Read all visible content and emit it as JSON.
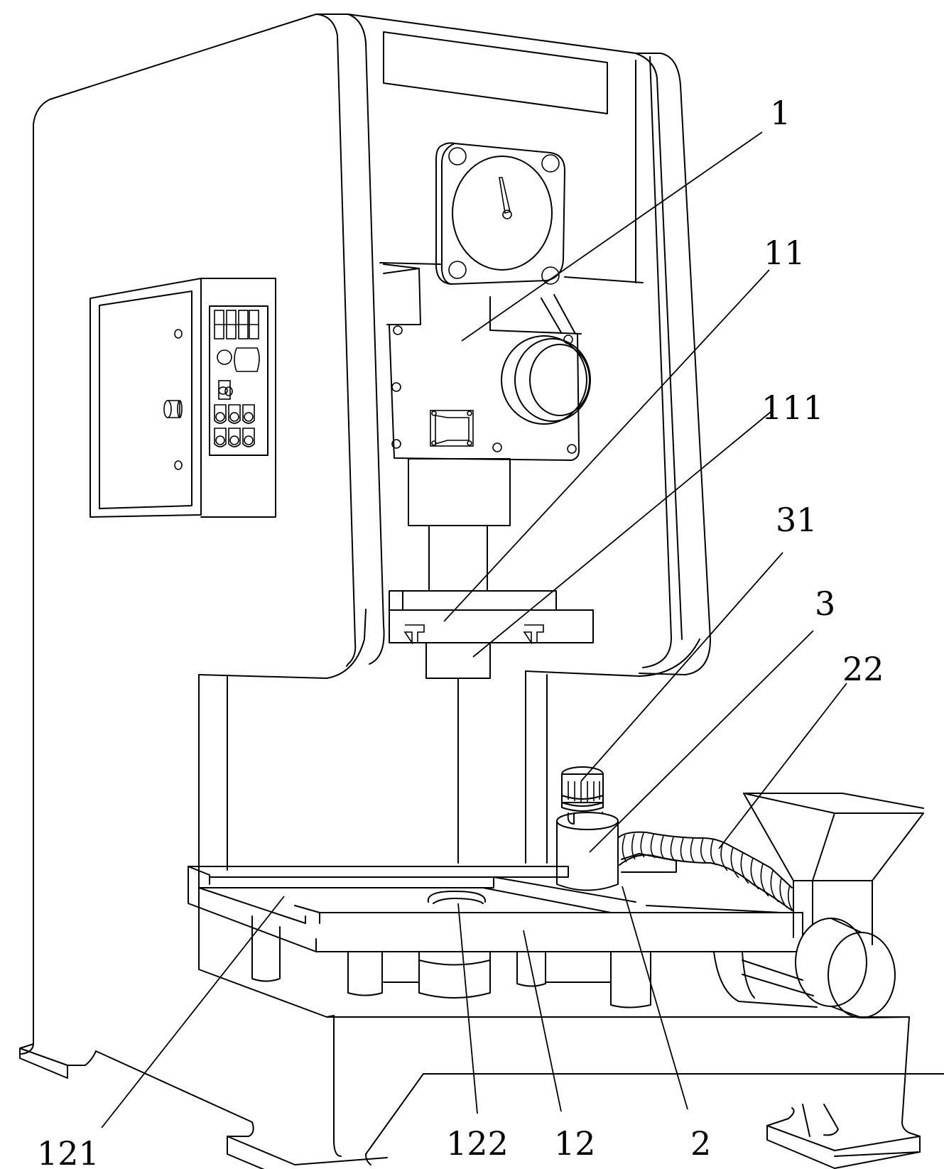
{
  "figure": {
    "subject": "punch press with dust extraction assembly",
    "line_color": "#000000",
    "background_color": "#ffffff"
  },
  "labels": [
    {
      "id": "1",
      "text": "1",
      "part": "press head"
    },
    {
      "id": "11",
      "text": "11",
      "part": "slide block"
    },
    {
      "id": "111",
      "text": "111",
      "part": "upper die"
    },
    {
      "id": "31",
      "text": "31",
      "part": "fan motor"
    },
    {
      "id": "3",
      "text": "3",
      "part": "suction housing"
    },
    {
      "id": "22",
      "text": "22",
      "part": "corrugated hose"
    },
    {
      "id": "121",
      "text": "121",
      "part": "guide slot"
    },
    {
      "id": "122",
      "text": "122",
      "part": "die hole"
    },
    {
      "id": "12",
      "text": "12",
      "part": "worktable"
    },
    {
      "id": "2",
      "text": "2",
      "part": "collection assembly"
    }
  ]
}
